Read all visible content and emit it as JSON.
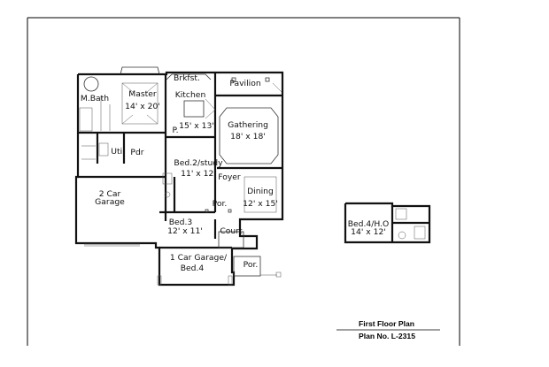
{
  "rooms": {
    "master_bath": "M.Bath",
    "master_name": "Master",
    "master_size": "14' x 20'",
    "breakfast": "Brkfst.",
    "kitchen_name": "Kitchen",
    "kitchen_size": "15' x 13'",
    "pantry": "P.",
    "pavilion": "Pavilion",
    "gathering_name": "Gathering",
    "gathering_size": "18' x 18'",
    "utility": "Util",
    "powder": "Pdr",
    "bed2_name": "Bed.2/study",
    "bed2_size": "11' x 12'",
    "foyer": "Foyer",
    "dining_name": "Dining",
    "dining_size": "12' x 15'",
    "garage2_line1": "2 Car",
    "garage2_line2": "Garage",
    "porch_front": "Por.",
    "bed3_name": "Bed.3",
    "bed3_size": "12' x 11'",
    "court": "Court",
    "garage1_line1": "1 Car Garage/",
    "garage1_line2": "Bed.4",
    "porch_side": "Por.",
    "bed4_name": "Bed.4/H.O",
    "bed4_size": "14' x 12'"
  },
  "title_block": {
    "title": "First Floor Plan",
    "plan_no": "Plan No. L-2315"
  }
}
